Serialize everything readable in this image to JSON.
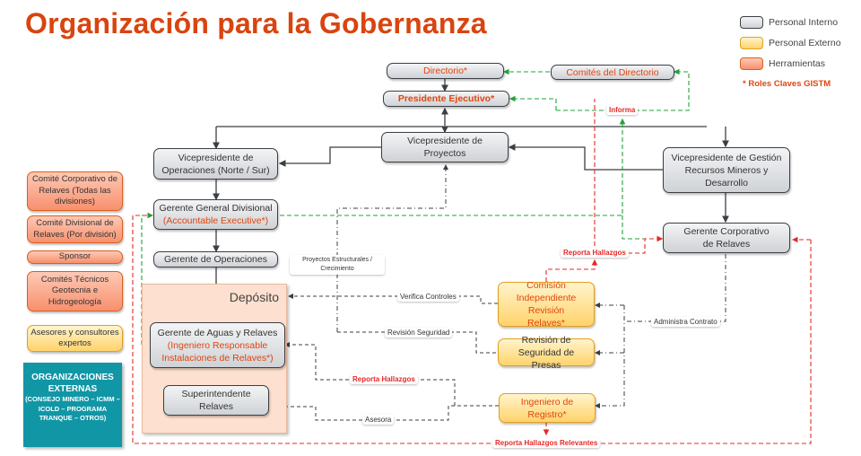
{
  "title": "Organización para la Gobernanza",
  "legend": {
    "items": [
      {
        "label": "Personal Interno",
        "color": "#d5d8dc"
      },
      {
        "label": "Personal Externo",
        "color": "#ffe08a"
      },
      {
        "label": "Herramientas",
        "color": "#fbb39a"
      }
    ],
    "note": "* Roles Claves GISTM"
  },
  "nodes": {
    "directorio": "Directorio*",
    "comites_directorio": "Comités del Directorio",
    "presidente": "Presidente Ejecutivo*",
    "vp_operaciones": "Vicepresidente de Operaciones (Norte / Sur)",
    "vp_proyectos": "Vicepresidente de Proyectos",
    "vp_gestion": "Vicepresidente de Gestión Recursos Mineros y Desarrollo",
    "gg_divisional": "Gerente General Divisional",
    "gg_divisional_role": "(Accountable Executive*)",
    "gerente_operaciones": "Gerente de Operaciones",
    "gerente_corporativo": "Gerente Corporativo de Relaves",
    "gerente_aguas": "Gerente de Aguas y Relaves",
    "gerente_aguas_role": "(Ingeniero Responsable Instalaciones de Relaves*)",
    "superintendente": "Superintendente Relaves",
    "comision": "Comisión Independiente Revisión Relaves*",
    "revision_presas": "Revisión de Seguridad de Presas",
    "ingeniero_registro": "Ingeniero de Registro*"
  },
  "deposito": "Depósito",
  "tools": [
    "Comité Corporativo de Relaves (Todas las divisiones)",
    "Comité Divisional de Relaves (Por división)",
    "Sponsor",
    "Comités Técnicos Geotecnia e Hidrogeología"
  ],
  "advisors": "Asesores y consultores expertos",
  "external_orgs": {
    "heading": "ORGANIZACIONES EXTERNAS",
    "sub": "(CONSEJO MINERO – ICMM – ICOLD – PROGRAMA TRANQUE – OTROS)"
  },
  "link_labels": {
    "informa": "Informa",
    "proyectos_estructurales": "Proyectos Estructurales / Crecimiento",
    "verifica_controles": "Verifica Controles",
    "revision_seguridad": "Revisión Seguridad",
    "reporta_hallazgos_1": "Reporta Hallazgos",
    "reporta_hallazgos_2": "Reporta Hallazgos",
    "asesora": "Asesora",
    "administra_contrato": "Administra Contrato",
    "reporta_relevantes": "Reporta Hallazgos Relevantes"
  }
}
